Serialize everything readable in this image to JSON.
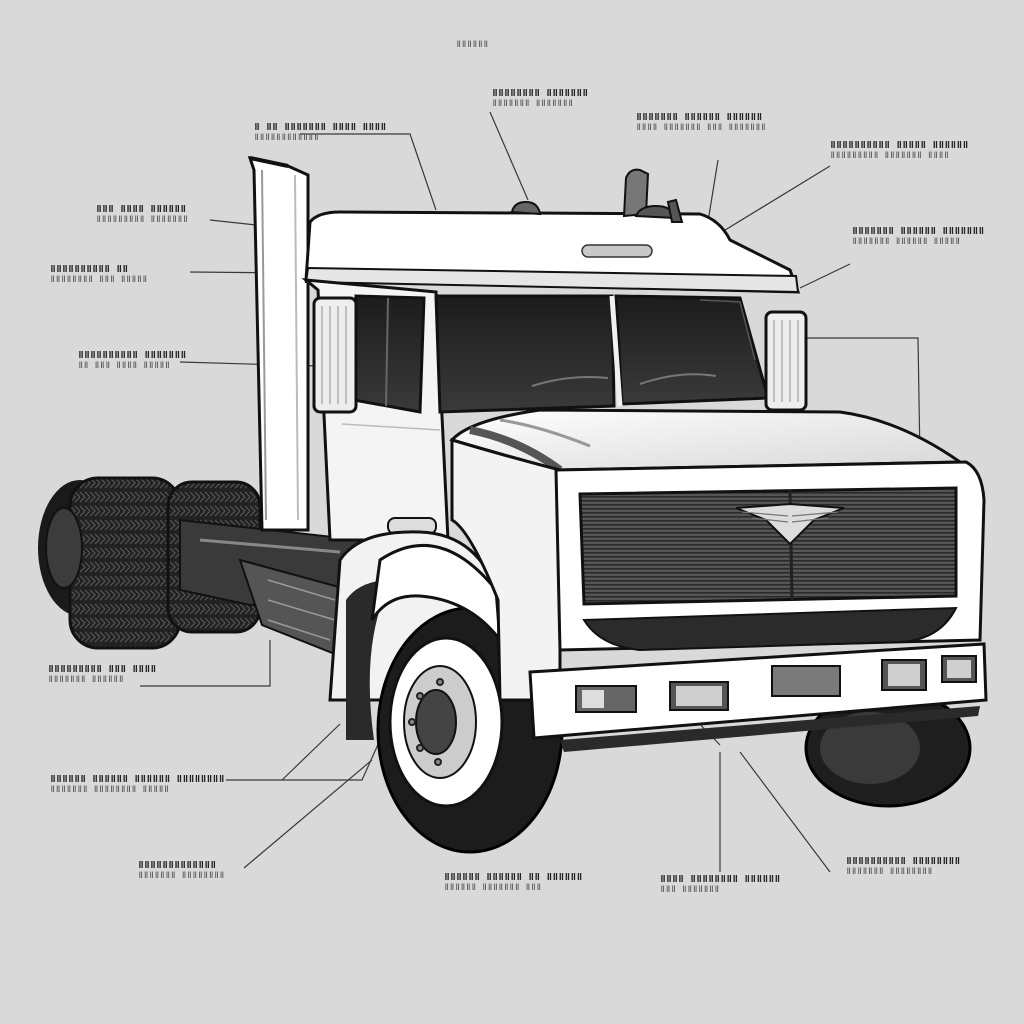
{
  "header": {
    "mark": "ǁǁǁǁǁǁ"
  },
  "callouts": [
    {
      "id": "c1",
      "line1": "ǁ ǁǁ ǁǁǁǁǁǁǁ ǁǁǁǁ ǁǁǁǁ",
      "line2": "ǁǁǁǁǁǁǁǁǁǁǁǁ"
    },
    {
      "id": "c2",
      "line1": "ǁǁǁǁǁǁǁǁ ǁǁǁǁǁǁǁ",
      "line2": "ǁǁǁǁǁǁǁ ǁǁǁǁǁǁǁ"
    },
    {
      "id": "c3",
      "line1": "ǁǁǁǁǁǁǁ ǁǁǁǁǁǁ ǁǁǁǁǁǁ",
      "line2": "ǁǁǁǁ ǁǁǁǁǁǁǁ ǁǁǁ ǁǁǁǁǁǁǁ"
    },
    {
      "id": "c4",
      "line1": "ǁǁǁǁǁǁǁǁǁǁ ǁǁǁǁǁ ǁǁǁǁǁǁ",
      "line2": "ǁǁǁǁǁǁǁǁǁ ǁǁǁǁǁǁǁ ǁǁǁǁ"
    },
    {
      "id": "c5",
      "line1": "ǁǁǁ ǁǁǁǁ ǁǁǁǁǁǁ",
      "line2": "ǁǁǁǁǁǁǁǁǁ ǁǁǁǁǁǁǁ"
    },
    {
      "id": "c6",
      "line1": "ǁǁǁǁǁǁǁǁǁǁ ǁǁ",
      "line2": "ǁǁǁǁǁǁǁǁ ǁǁǁ ǁǁǁǁǁ"
    },
    {
      "id": "c7",
      "line1": "ǁǁǁǁǁǁǁ ǁǁǁǁǁǁ ǁǁǁǁǁǁǁ",
      "line2": "ǁǁǁǁǁǁǁ ǁǁǁǁǁǁ ǁǁǁǁǁ"
    },
    {
      "id": "c8",
      "line1": "ǁǁǁǁǁǁǁǁǁǁ ǁǁǁǁǁǁǁ",
      "line2": "ǁǁ ǁǁǁ ǁǁǁǁ ǁǁǁǁǁ"
    },
    {
      "id": "c9",
      "line1": "ǁǁǁǁǁǁǁǁǁ ǁǁǁ ǁǁǁǁ",
      "line2": "ǁǁǁǁǁǁǁ ǁǁǁǁǁǁ"
    },
    {
      "id": "c10",
      "line1": "ǁǁǁǁǁǁ ǁǁǁǁǁǁ ǁǁǁǁǁǁ ǁǁǁǁǁǁǁǁ",
      "line2": "ǁǁǁǁǁǁǁ ǁǁǁǁǁǁǁǁ ǁǁǁǁǁ"
    },
    {
      "id": "c11",
      "line1": "ǁǁǁǁǁǁǁǁǁǁǁǁǁ",
      "line2": "ǁǁǁǁǁǁǁ ǁǁǁǁǁǁǁǁ"
    },
    {
      "id": "c12",
      "line1": "ǁǁǁǁǁǁ ǁǁǁǁǁǁ ǁǁ ǁǁǁǁǁǁ",
      "line2": "ǁǁǁǁǁǁ ǁǁǁǁǁǁǁ ǁǁǁ"
    },
    {
      "id": "c13",
      "line1": "ǁǁǁǁ ǁǁǁǁǁǁǁǁ ǁǁǁǁǁǁ",
      "line2": "ǁǁǁ ǁǁǁǁǁǁǁ"
    },
    {
      "id": "c14",
      "line1": "ǁǁǁǁǁǁǁǁǁǁ ǁǁǁǁǁǁǁǁ",
      "line2": "ǁǁǁǁǁǁǁ ǁǁǁǁǁǁǁǁ"
    }
  ],
  "colors": {
    "background": "#d9d9d9",
    "body": "#f7f7f7",
    "outline": "#1a1a1a",
    "glass": "#2b2b2b",
    "grille": "#4a4a4a",
    "tire": "#1e1e1e",
    "leader": "#3a3a3a"
  }
}
